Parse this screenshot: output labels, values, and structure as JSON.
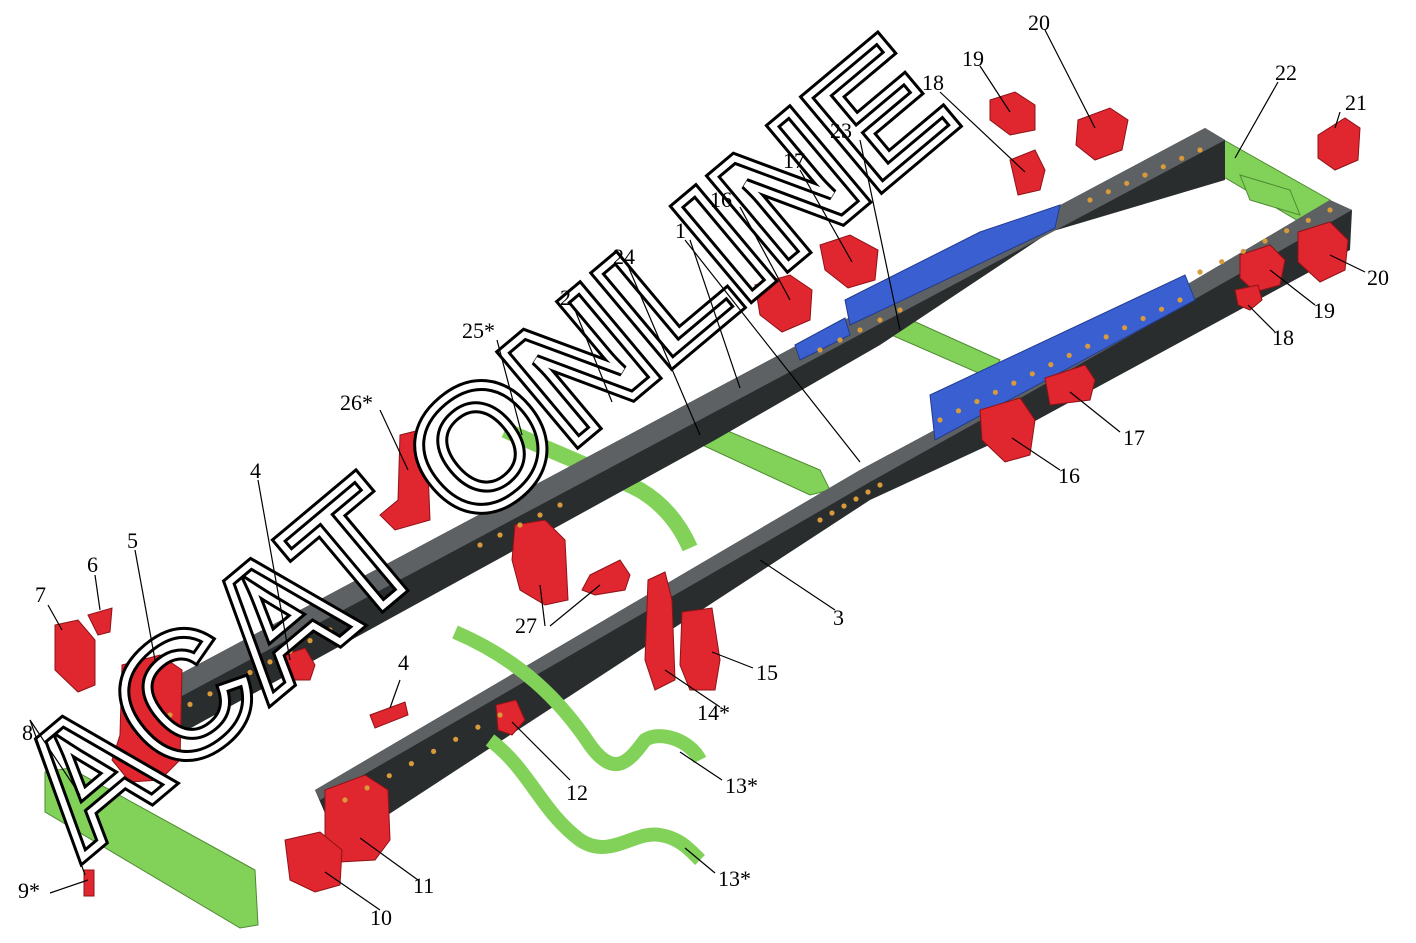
{
  "diagram": {
    "colors": {
      "frame_rail": "#2a2d2e",
      "frame_rail_edge": "#5d6163",
      "crossmember": "#82d25a",
      "bracket": "#e0262e",
      "reinforcement_plate": "#3a5fd1",
      "bolt": "#d89a3a"
    },
    "watermark": "ACAT ONLINE",
    "labels": [
      {
        "id": "1",
        "text": "1"
      },
      {
        "id": "2",
        "text": "2"
      },
      {
        "id": "3",
        "text": "3"
      },
      {
        "id": "4a",
        "text": "4"
      },
      {
        "id": "4b",
        "text": "4"
      },
      {
        "id": "5",
        "text": "5"
      },
      {
        "id": "6",
        "text": "6"
      },
      {
        "id": "7",
        "text": "7"
      },
      {
        "id": "8",
        "text": "8"
      },
      {
        "id": "9",
        "text": "9*"
      },
      {
        "id": "10",
        "text": "10"
      },
      {
        "id": "11",
        "text": "11"
      },
      {
        "id": "12",
        "text": "12"
      },
      {
        "id": "13a",
        "text": "13*"
      },
      {
        "id": "13b",
        "text": "13*"
      },
      {
        "id": "14",
        "text": "14*"
      },
      {
        "id": "15",
        "text": "15"
      },
      {
        "id": "16a",
        "text": "16"
      },
      {
        "id": "16b",
        "text": "16"
      },
      {
        "id": "17a",
        "text": "17"
      },
      {
        "id": "17b",
        "text": "17"
      },
      {
        "id": "18a",
        "text": "18"
      },
      {
        "id": "18b",
        "text": "18"
      },
      {
        "id": "19a",
        "text": "19"
      },
      {
        "id": "19b",
        "text": "19"
      },
      {
        "id": "20a",
        "text": "20"
      },
      {
        "id": "20b",
        "text": "20"
      },
      {
        "id": "21",
        "text": "21"
      },
      {
        "id": "22",
        "text": "22"
      },
      {
        "id": "23",
        "text": "23"
      },
      {
        "id": "24",
        "text": "24"
      },
      {
        "id": "25",
        "text": "25*"
      },
      {
        "id": "26",
        "text": "26*"
      },
      {
        "id": "27",
        "text": "27"
      }
    ]
  }
}
